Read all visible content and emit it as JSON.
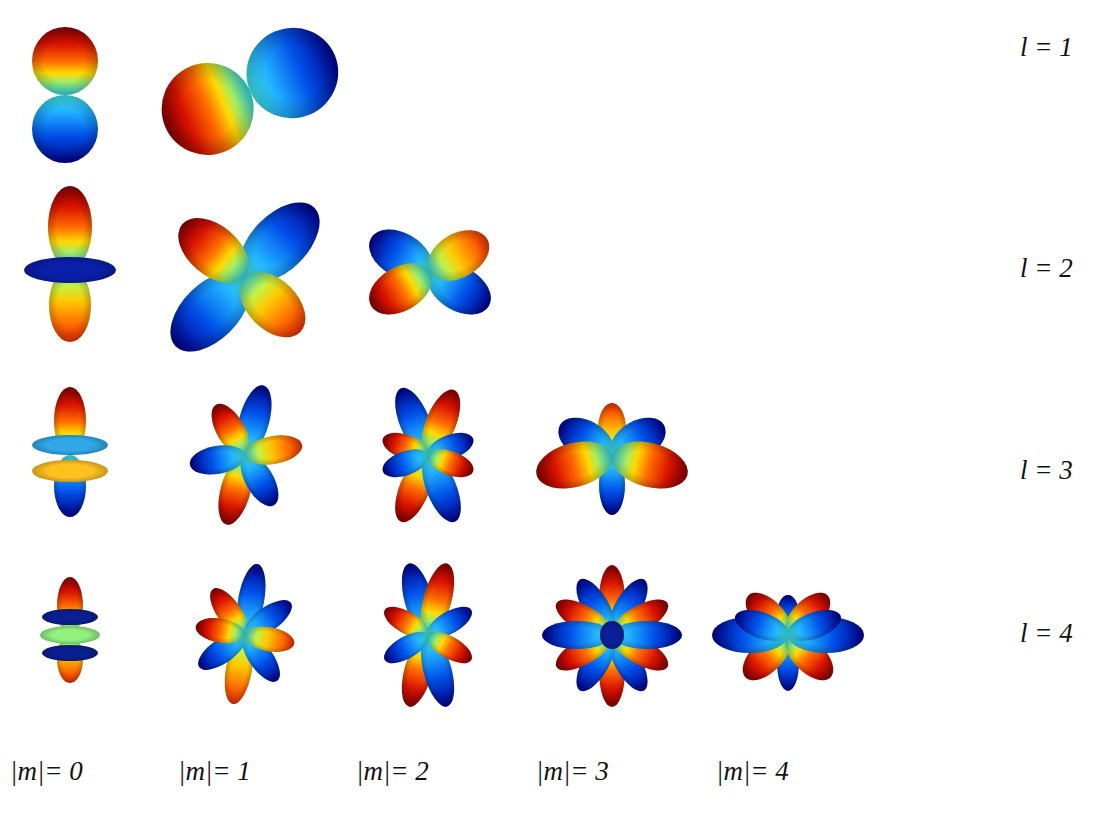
{
  "diagram": {
    "labels": [
      "l = 1",
      "l = 2",
      "l = 3",
      "l = 4",
      "|m|= 0",
      "|m|= 1",
      "|m|= 2",
      "|m|= 3",
      "|m|= 4"
    ]
  }
}
